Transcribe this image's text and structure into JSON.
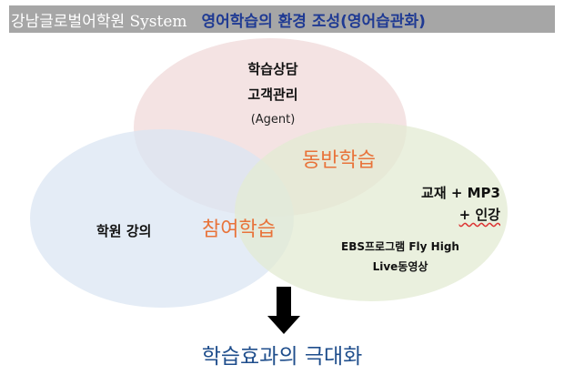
{
  "header": {
    "left": "강남글로벌어학원 System",
    "right": "영어학습의 환경 조성(영어습관화)"
  },
  "circles": {
    "top": {
      "line1": "학습상담",
      "line2": "고객관리",
      "line3": "(Agent)",
      "fill": "#f1dcdc"
    },
    "left": {
      "label": "학원 강의",
      "fill": "#dbe5f3"
    },
    "right": {
      "line1": "교재 + MP3",
      "line2": "+ 인강",
      "line3": "EBS프로그램 Fly High",
      "line4": "Live동영상",
      "fill": "#e3ebd3"
    }
  },
  "overlaps": {
    "top_right": "동반학습",
    "left_right": "참여학습"
  },
  "result": "학습효과의 극대화",
  "colors": {
    "accent_orange": "#e8733a",
    "title_blue": "#1f3a93",
    "result_blue": "#1f4e8c"
  }
}
